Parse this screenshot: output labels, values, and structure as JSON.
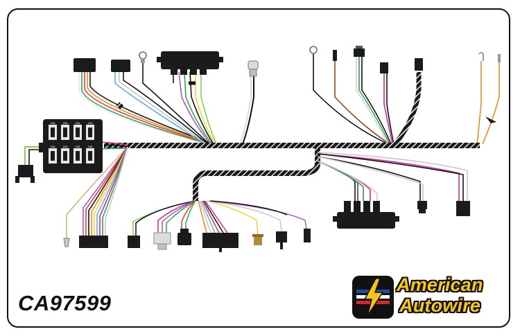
{
  "part_number": "CA97599",
  "brand": {
    "line1": "American",
    "line2": "Autowire",
    "colors": {
      "yellow": "#f7c51a",
      "black": "#111111",
      "red": "#d62828",
      "blue": "#1d4fa0"
    }
  },
  "fuse_box": {
    "fuse_labels": [
      "20A",
      "20A",
      "10A",
      "10A",
      "20A",
      "10A",
      "15A",
      "15A"
    ]
  },
  "colors": {
    "harness": "#1a1a1a",
    "wrap_stripe": "#ffffff",
    "connector": "#1b1b1b",
    "connector_light": "#cfcfcf"
  }
}
